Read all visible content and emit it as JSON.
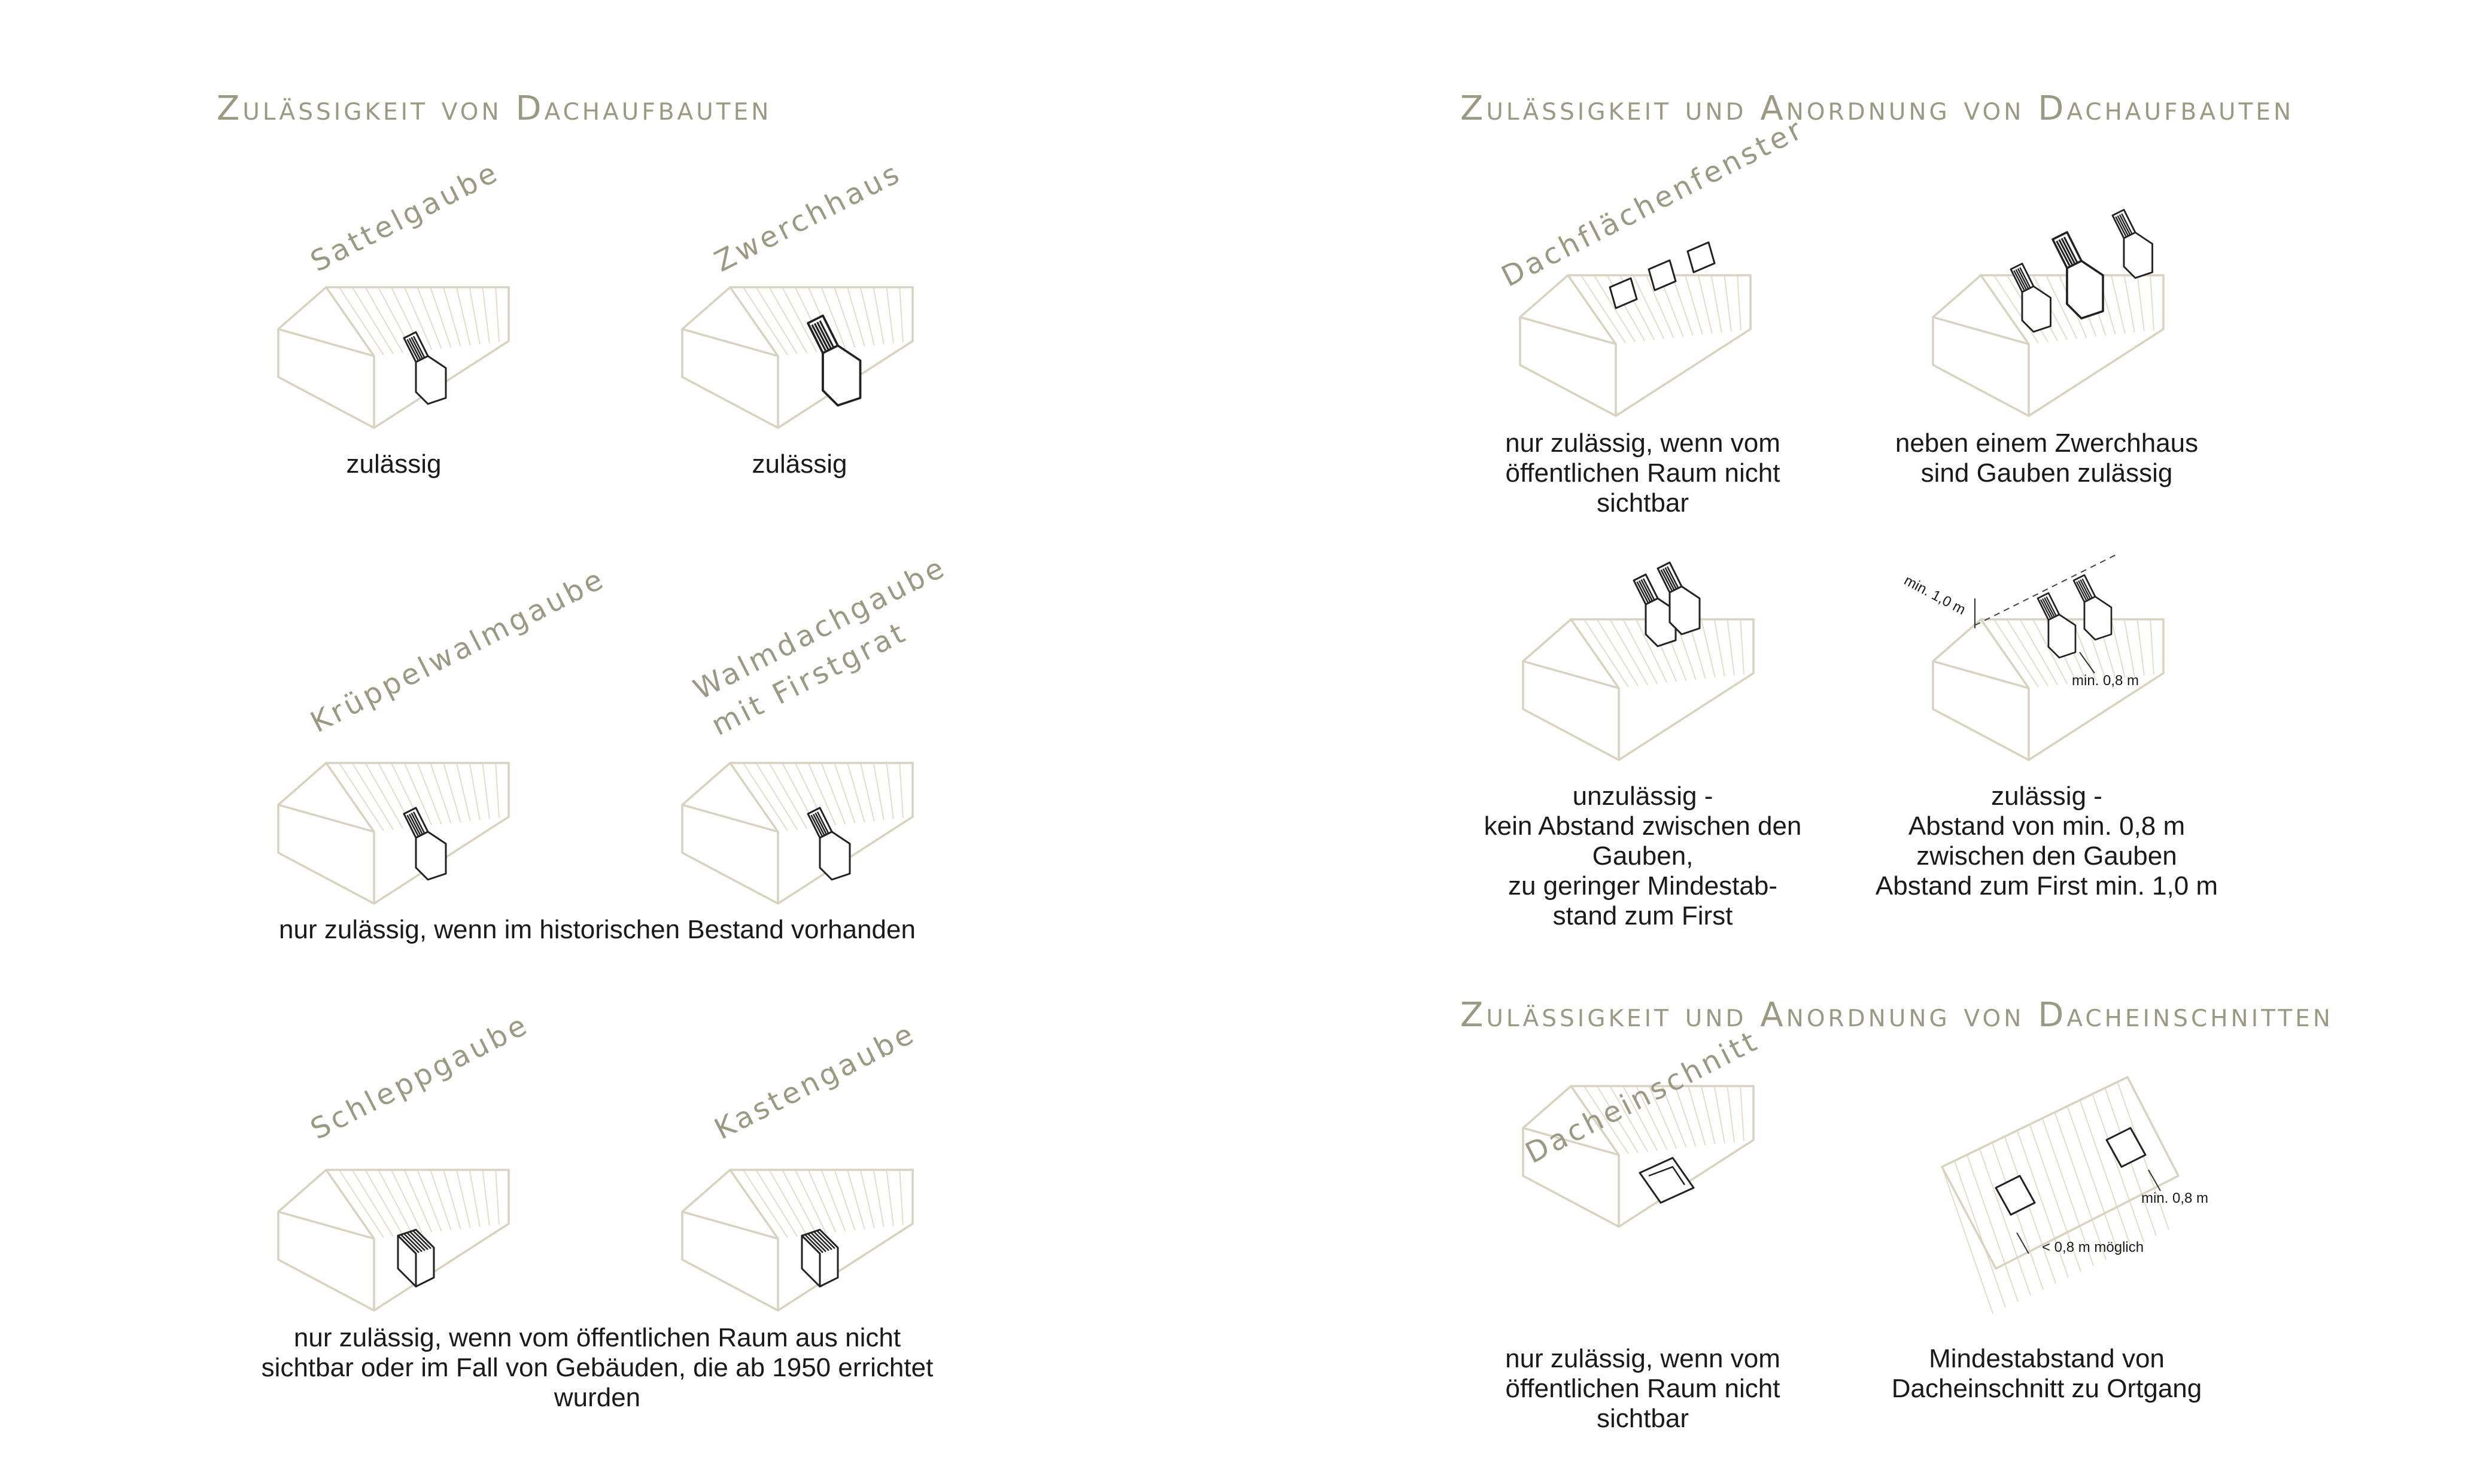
{
  "left": {
    "heading": "Zulässigkeit von Dachaufbauten",
    "types": [
      {
        "label": "Sattelgaube"
      },
      {
        "label": "Zwerchhaus"
      },
      {
        "label": "Krüppelwalmgaube"
      },
      {
        "label": "Walmdachgaube",
        "label2": "mit Firstgrat"
      },
      {
        "label": "Schleppgaube"
      },
      {
        "label": "Kastengaube"
      }
    ],
    "captions": {
      "row1_a": "zulässig",
      "row1_b": "zulässig",
      "row2": "nur zulässig, wenn im historischen Bestand vorhanden",
      "row3": [
        "nur zulässig, wenn vom öffentlichen Raum aus nicht",
        "sichtbar oder im Fall von Gebäuden, die ab 1950 errichtet",
        "wurden"
      ]
    }
  },
  "right": {
    "heading1": "Zulässigkeit und Anordnung von Dachaufbauten",
    "heading2": "Zulässigkeit und Anordnung von Dacheinschnitten",
    "cells": [
      {
        "label": "Dachflächenfenster",
        "caption": [
          "nur zulässig, wenn vom",
          "öffentlichen Raum nicht",
          "sichtbar"
        ]
      },
      {
        "caption": [
          "neben einem Zwerchhaus",
          "sind Gauben zulässig"
        ]
      },
      {
        "caption": [
          "unzulässig -",
          "kein Abstand zwischen den",
          "Gauben,",
          "zu geringer Mindestab-",
          "stand zum First"
        ]
      },
      {
        "caption": [
          "zulässig -",
          "Abstand von min. 0,8 m",
          "zwischen den Gauben",
          "Abstand zum First min. 1,0 m"
        ],
        "dim_ridge": "min. 1,0 m",
        "dim_gap": "min. 0,8 m"
      },
      {
        "label": "Dacheinschnitt",
        "caption": [
          "nur zulässig, wenn vom",
          "öffentlichen Raum nicht",
          "sichtbar"
        ]
      },
      {
        "caption": [
          "Mindestabstand von",
          "Dacheinschnitt zu Ortgang"
        ],
        "dim_a": "min. 0,8 m",
        "dim_b": "< 0,8 m möglich"
      }
    ]
  }
}
